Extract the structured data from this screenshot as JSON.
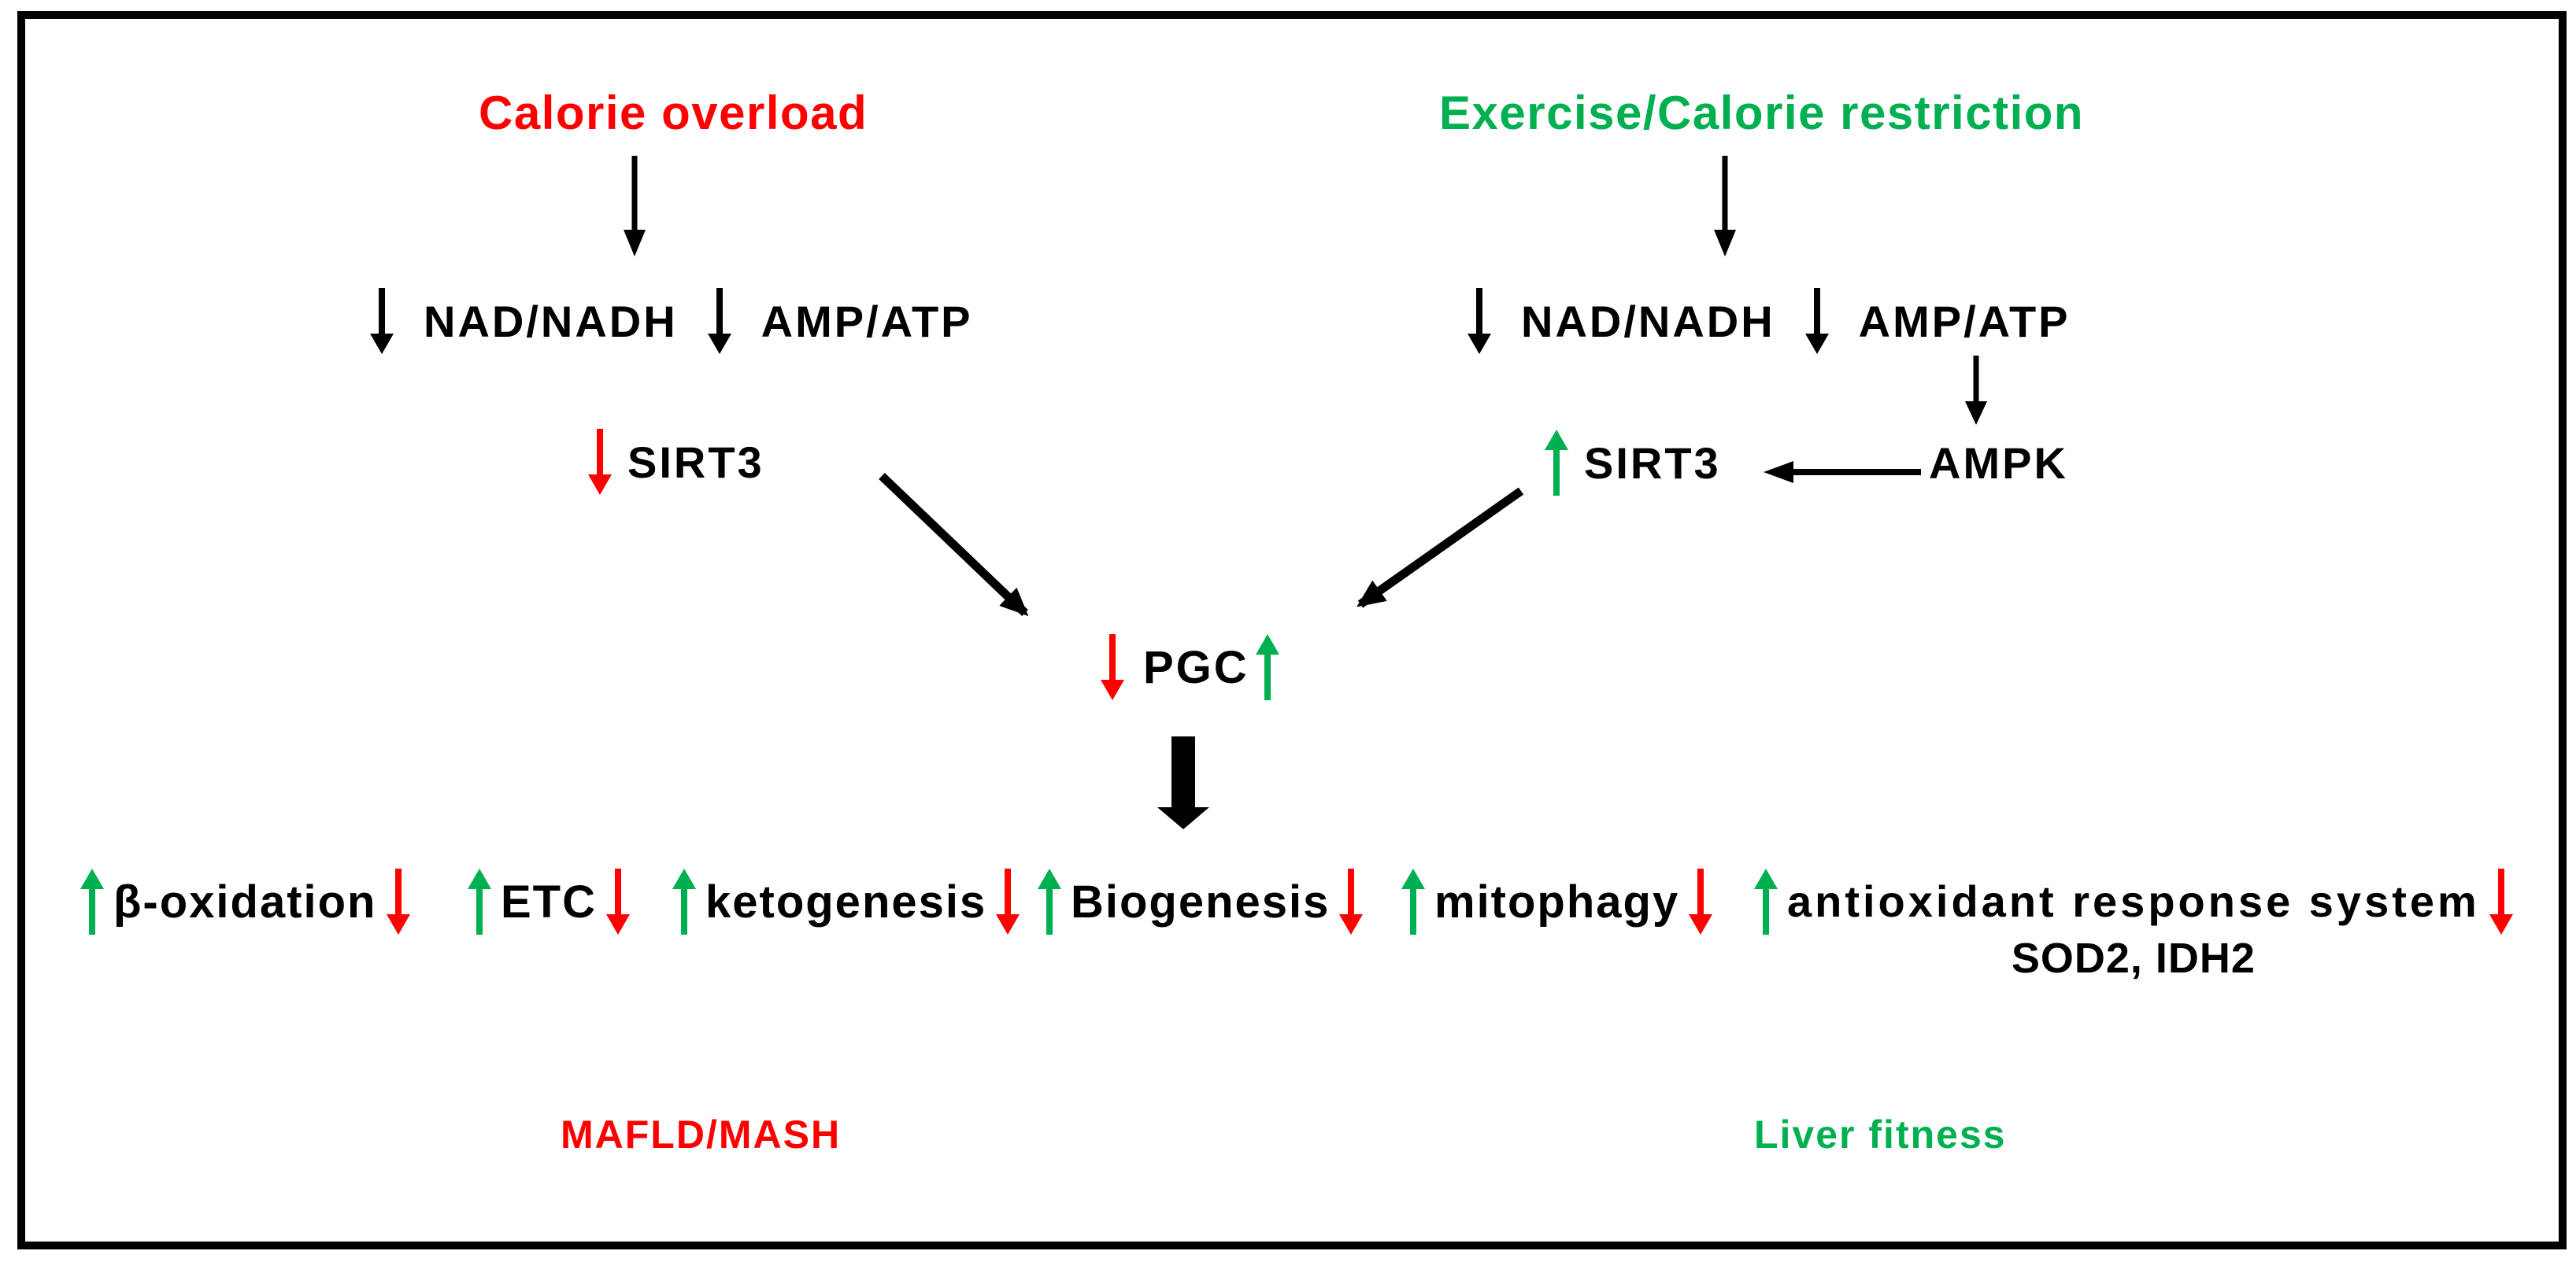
{
  "colors": {
    "red": "#fe0000",
    "green": "#00b050",
    "black": "#000000"
  },
  "left_pathway": {
    "header": "Calorie overload",
    "nad_ratio": "NAD/NADH",
    "amp_ratio": "AMP/ATP",
    "sirt3": "SIRT3",
    "outcome": "MAFLD/MASH"
  },
  "right_pathway": {
    "header": "Exercise/Calorie restriction",
    "nad_ratio": "NAD/NADH",
    "amp_ratio": "AMP/ATP",
    "ampk": "AMPK",
    "sirt3": "SIRT3",
    "outcome": "Liver fitness"
  },
  "hub": {
    "pgc": "PGC"
  },
  "outputs": [
    {
      "label": "β-oxidation"
    },
    {
      "label": "ETC"
    },
    {
      "label": "ketogenesis"
    },
    {
      "label": "Biogenesis"
    },
    {
      "label": "mitophagy"
    },
    {
      "label": "antioxidant response system",
      "sublabel": "SOD2, IDH2"
    }
  ]
}
